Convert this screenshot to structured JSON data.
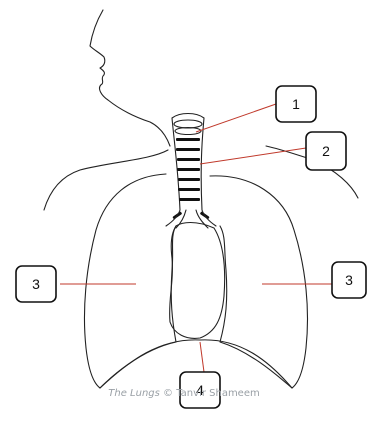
{
  "diagram": {
    "labels": [
      "1",
      "2",
      "3",
      "3",
      "4"
    ]
  },
  "credit": {
    "title": "The Lungs",
    "author": "© Tanvir Shameem"
  },
  "colors": {
    "outline": "#222222",
    "leader_line": "#c0392b",
    "credit_text": "#9aa0a6"
  }
}
